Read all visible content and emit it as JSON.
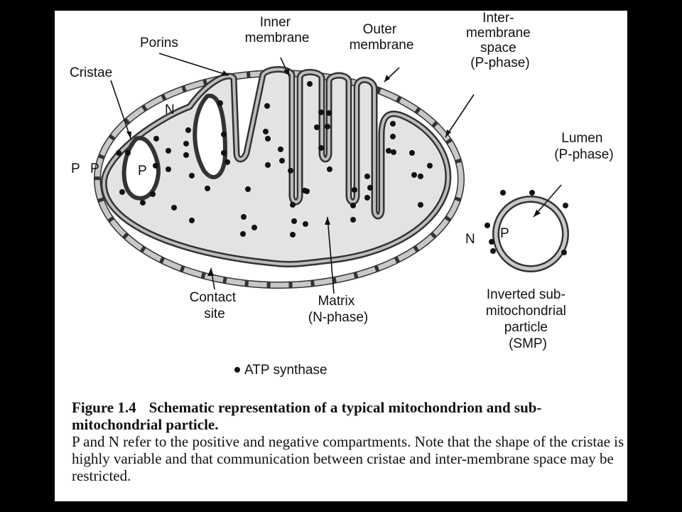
{
  "labels": {
    "porins": "Porins",
    "inner_membrane": [
      "Inner",
      "membrane"
    ],
    "outer_membrane": [
      "Outer",
      "membrane"
    ],
    "intermembrane_space": [
      "Inter-",
      "membrane",
      "space",
      "(P-phase)"
    ],
    "cristae": "Cristae",
    "n_cristae": "N",
    "p_outer_1": "P",
    "p_outer_2": "P",
    "p_cristae": "P",
    "lumen": [
      "Lumen",
      "(P-phase)"
    ],
    "smp_n": "N",
    "smp_p": "P",
    "contact_site": [
      "Contact",
      "site"
    ],
    "matrix": [
      "Matrix",
      "(N-phase)"
    ],
    "smp": [
      "Inverted sub-",
      "mitochondrial",
      "particle",
      "(SMP)"
    ],
    "legend": "ATP synthase"
  },
  "caption": {
    "number": "Figure 1.4",
    "title": "Schematic representation of a typical mitochondrion and sub-mitochondrial particle.",
    "body": "P and N refer to the positive and negative compartments. Note that the shape of the cristae is highly variable and that communication between cristae and inter-membrane space may be restricted."
  }
}
